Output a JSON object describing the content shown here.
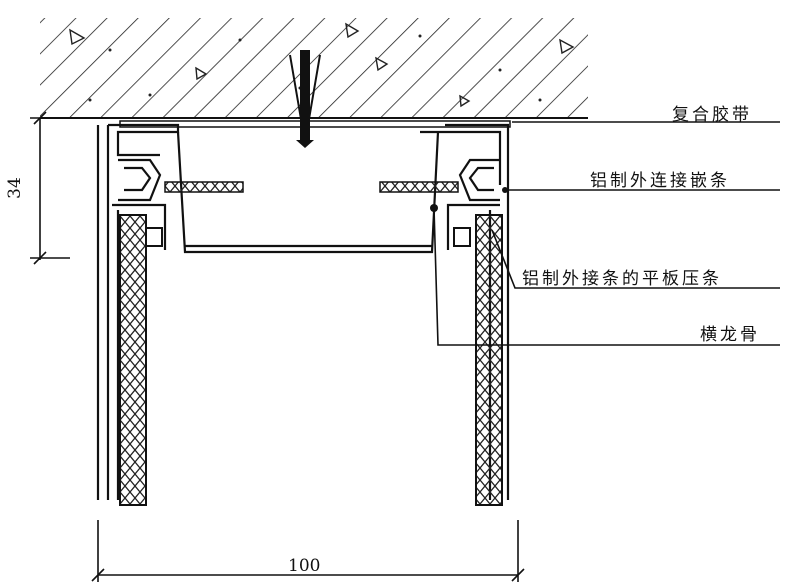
{
  "labels": {
    "composite_tape": "复合胶带",
    "aluminum_outer_insert_strip": "铝制外连接嵌条",
    "aluminum_outer_strip_flat_pressing": "铝制外接条的平板压条",
    "transom": "横龙骨"
  },
  "dimensions": {
    "height": "34",
    "width": "100"
  },
  "colors": {
    "line": "#111111",
    "background": "#ffffff"
  }
}
